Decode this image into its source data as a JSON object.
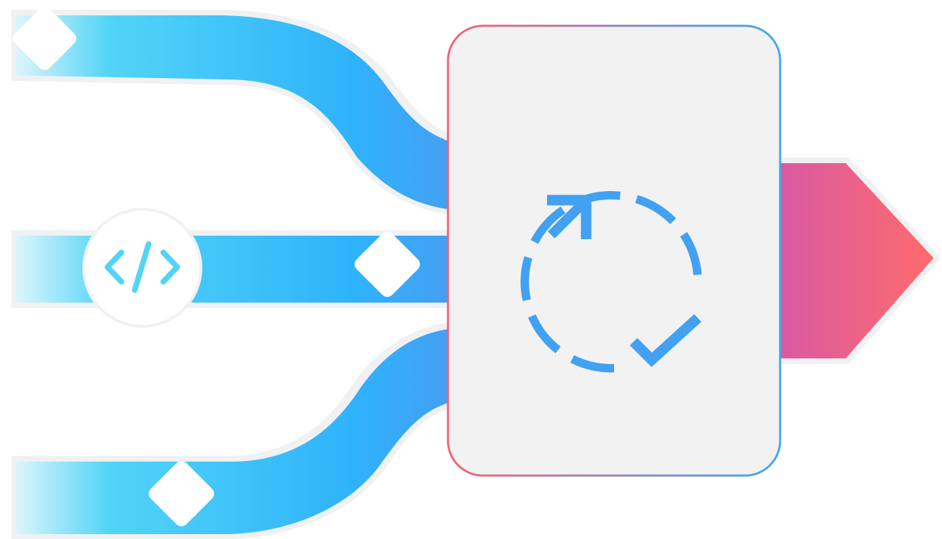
{
  "diagram": {
    "kind": "pipeline-merge",
    "input_streams": [
      {
        "id": "top",
        "marker": "diamond"
      },
      {
        "id": "middle",
        "marker": "code-badge",
        "badge_icon": "code-icon",
        "secondary_marker": "diamond"
      },
      {
        "id": "bottom",
        "marker": "diamond"
      }
    ],
    "process_box": {
      "icon": "cycle-check-icon"
    },
    "output": {
      "shape": "arrow-right"
    }
  },
  "colors": {
    "stream_light": "#dff6fd",
    "stream_mid": "#52d4f6",
    "stream_deep": "#2fb3fb",
    "stream_end": "#43a0f2",
    "stream_outline": "#f0f1f3",
    "box_fill": "#f2f2f2",
    "box_border_left": "#f06477",
    "box_border_right": "#3fa8ef",
    "icon_blue": "#42a1f2",
    "code_icon": "#52d4f6",
    "output_start": "#d95aa3",
    "output_end": "#ff6b6b",
    "marker_fill": "#ffffff"
  }
}
